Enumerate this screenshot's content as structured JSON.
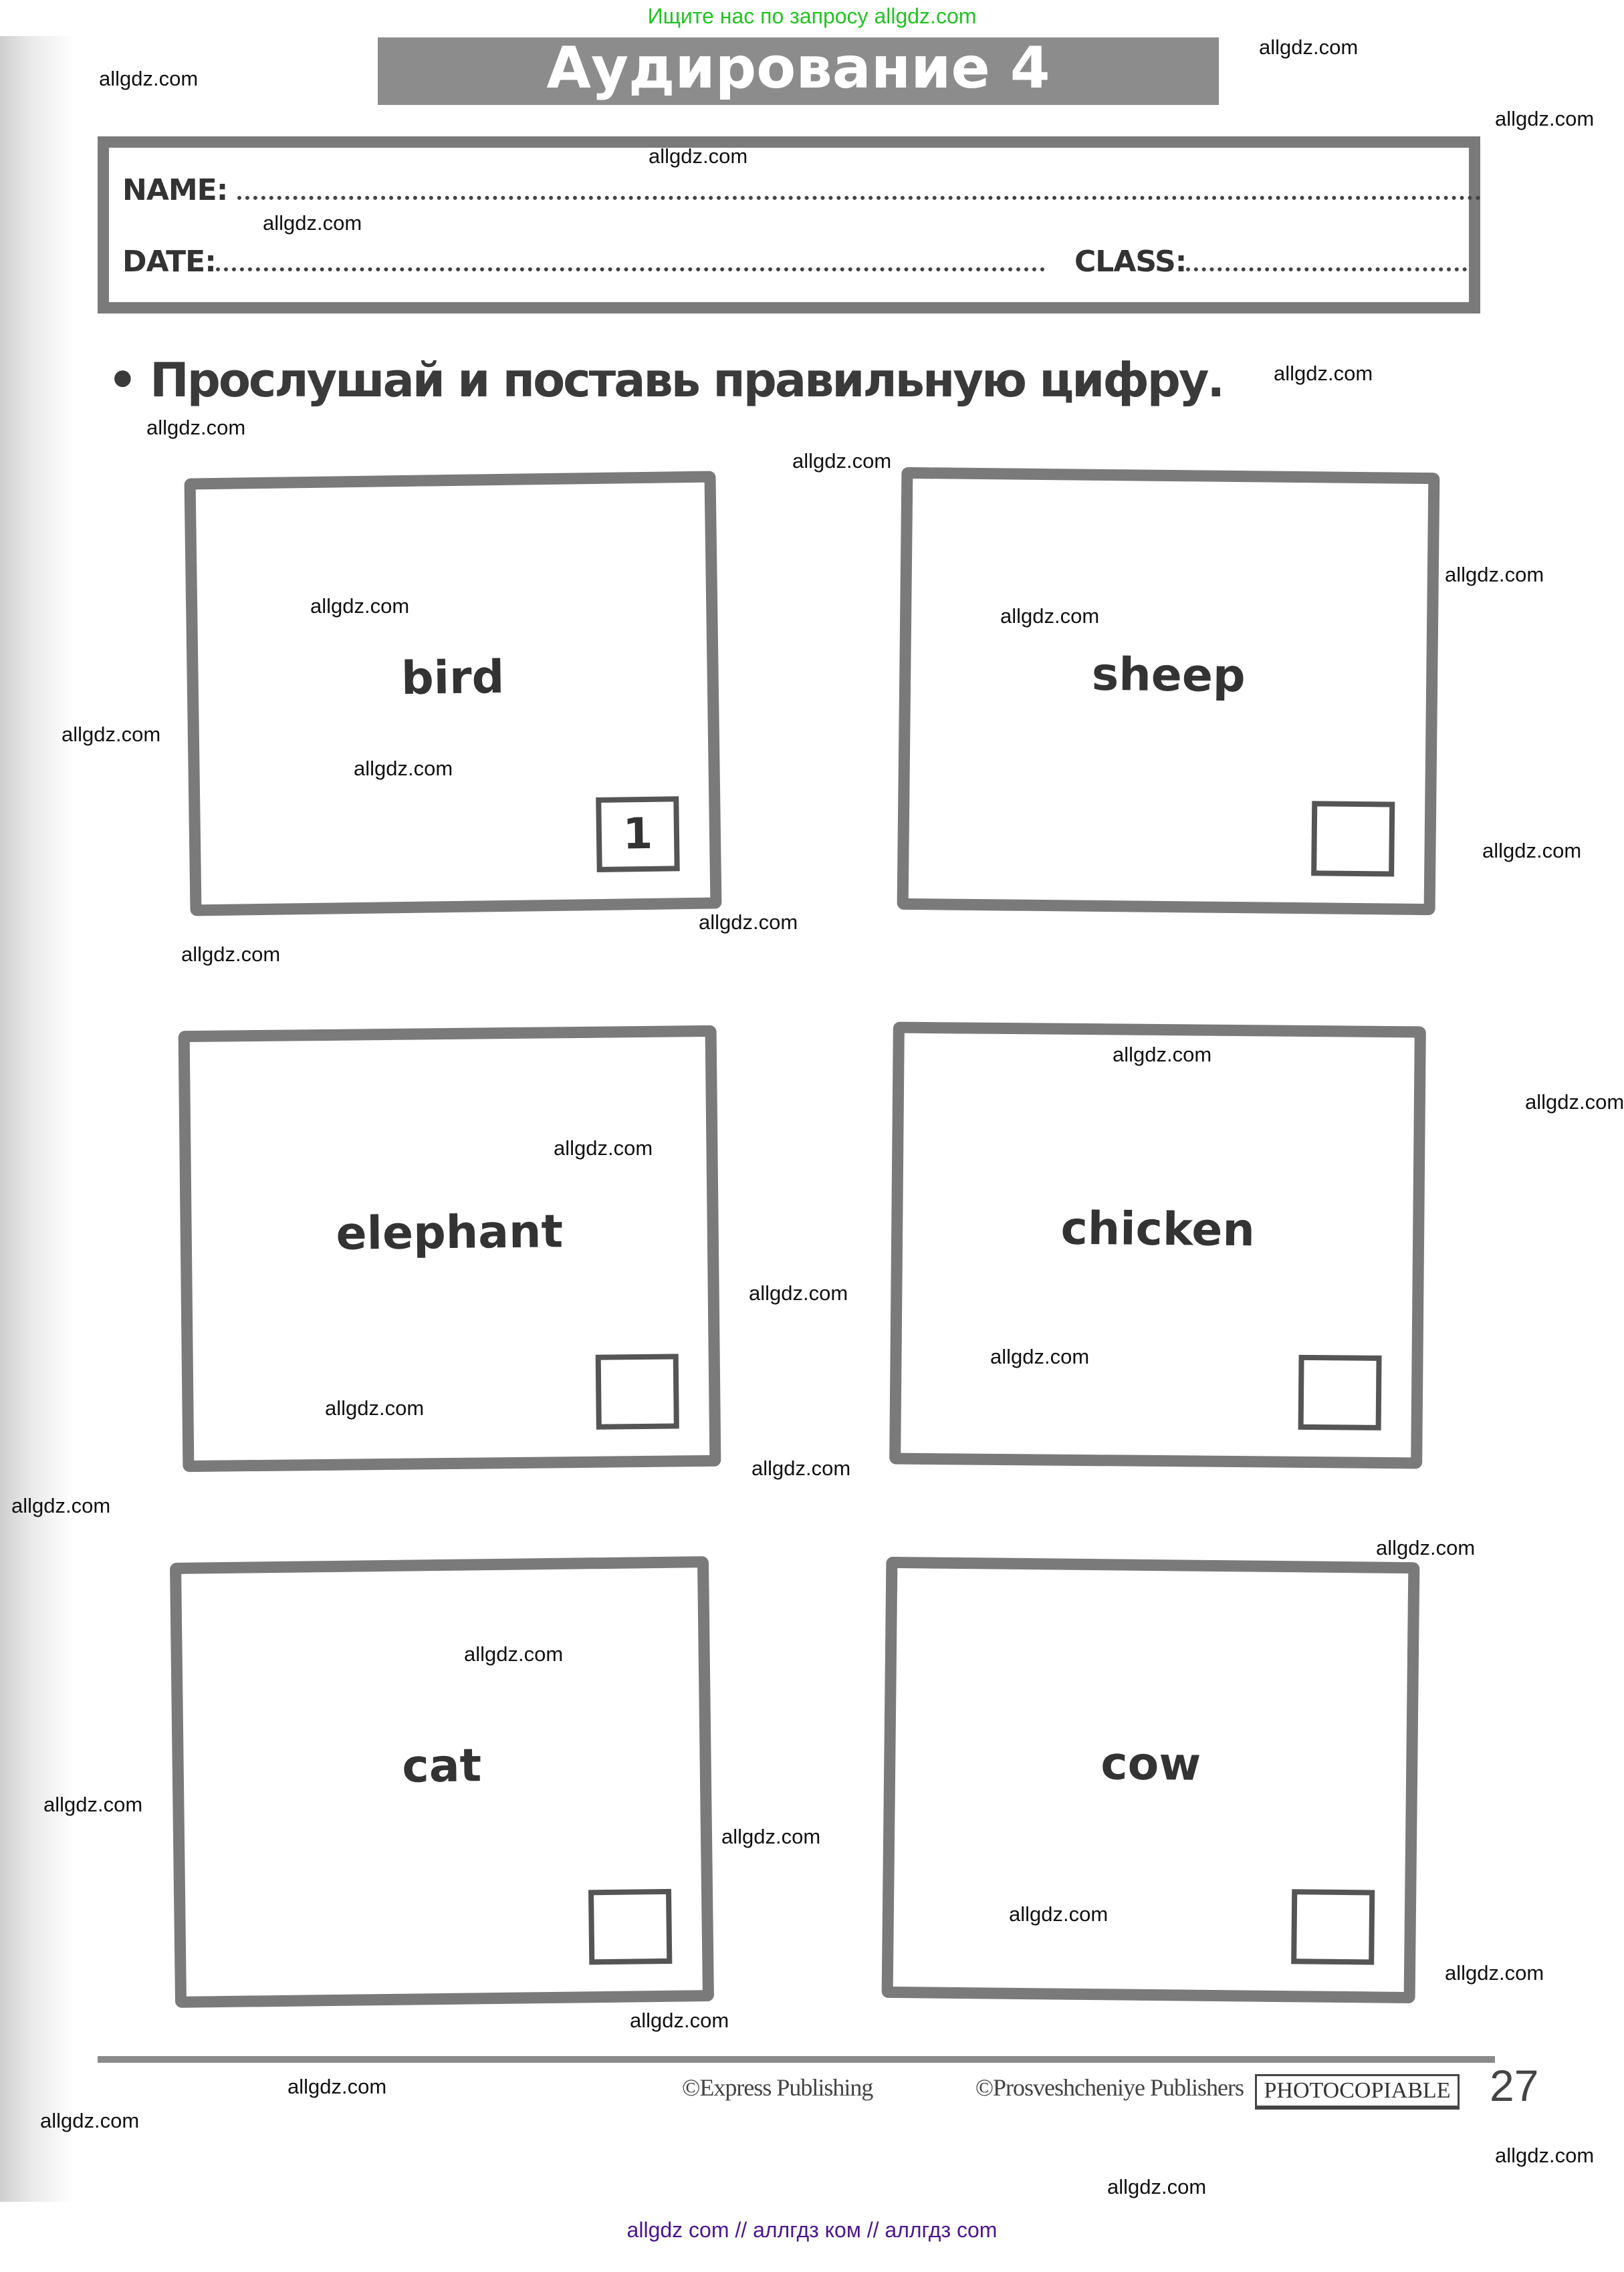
{
  "top_note": "Ищите нас по запросу allgdz.com",
  "title": "Аудирование 4",
  "form": {
    "name_label": "NAME:",
    "date_label": "DATE:",
    "class_label": "CLASS:"
  },
  "instruction": "Прослушай и поставь правильную цифру.",
  "cards": [
    {
      "word": "bird",
      "answer": "1"
    },
    {
      "word": "sheep",
      "answer": ""
    },
    {
      "word": "elephant",
      "answer": ""
    },
    {
      "word": "chicken",
      "answer": ""
    },
    {
      "word": "cat",
      "answer": ""
    },
    {
      "word": "cow",
      "answer": ""
    }
  ],
  "footer": {
    "publisher1": "©Express Publishing",
    "publisher2": "©Prosveshcheniye Publishers",
    "photocopiable": "PHOTOCOPIABLE",
    "page_number": "27"
  },
  "watermark": "allgdz.com",
  "bottom_note": "allgdz com  //  аллгдз ком  //  аллгдз com",
  "colors": {
    "top_note": "#22c322",
    "bottom_note": "#4b1590",
    "title_bar": "#8c8c8c",
    "frame": "#7a7a7a"
  }
}
